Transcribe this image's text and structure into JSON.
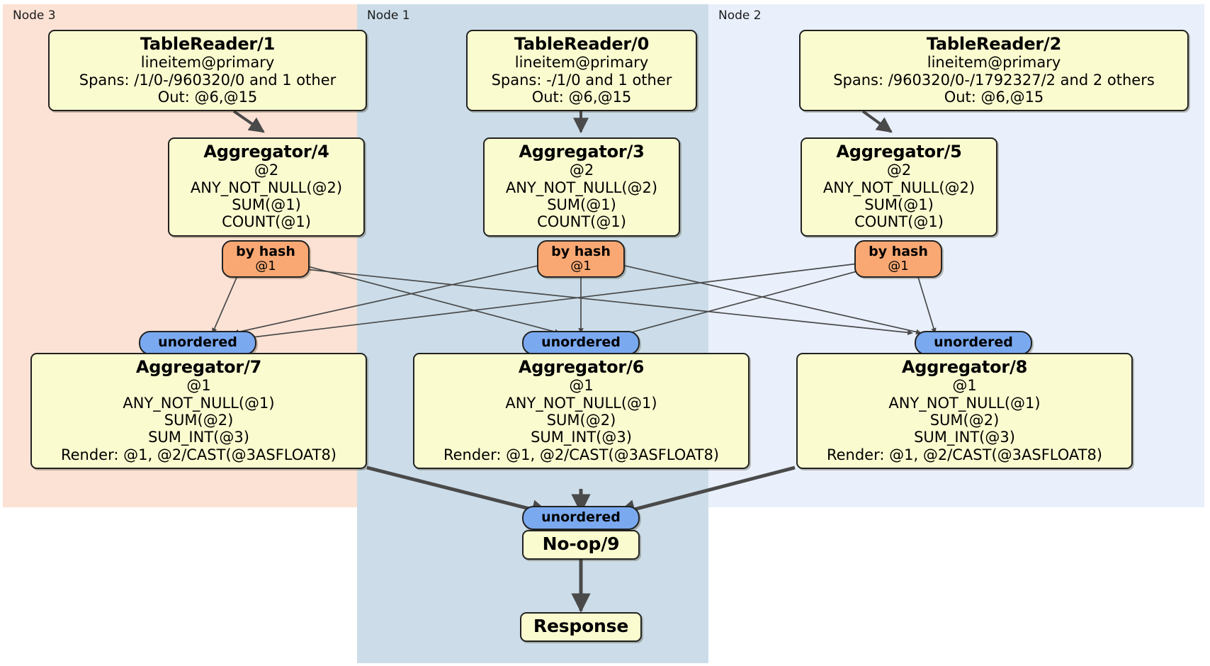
{
  "diagram": {
    "type": "distributed-query-plan",
    "nodes": [
      {
        "id": "node3",
        "label": "Node 3",
        "color": "#fbe2d5"
      },
      {
        "id": "node1",
        "label": "Node 1",
        "color": "#ccdde9"
      },
      {
        "id": "node2",
        "label": "Node 2",
        "color": "#e9f0fb"
      }
    ],
    "colors": {
      "processor_fill": "#fbfbd0",
      "router_hash_fill": "#f9a873",
      "synchronizer_fill": "#7aa9f0",
      "stroke": "#222222",
      "edge": "#4a4a4a"
    },
    "processors": {
      "table_reader_1": {
        "title": "TableReader/1",
        "lines": [
          "lineitem@primary",
          "Spans: /1/0-/960320/0 and 1 other",
          "Out: @6,@15"
        ]
      },
      "table_reader_0": {
        "title": "TableReader/0",
        "lines": [
          "lineitem@primary",
          "Spans: -/1/0 and 1 other",
          "Out: @6,@15"
        ]
      },
      "table_reader_2": {
        "title": "TableReader/2",
        "lines": [
          "lineitem@primary",
          "Spans: /960320/0-/1792327/2 and 2 others",
          "Out: @6,@15"
        ]
      },
      "aggregator_4": {
        "title": "Aggregator/4",
        "lines": [
          "@2",
          "ANY_NOT_NULL(@2)",
          "SUM(@1)",
          "COUNT(@1)"
        ]
      },
      "aggregator_3": {
        "title": "Aggregator/3",
        "lines": [
          "@2",
          "ANY_NOT_NULL(@2)",
          "SUM(@1)",
          "COUNT(@1)"
        ]
      },
      "aggregator_5": {
        "title": "Aggregator/5",
        "lines": [
          "@2",
          "ANY_NOT_NULL(@2)",
          "SUM(@1)",
          "COUNT(@1)"
        ]
      },
      "aggregator_7": {
        "title": "Aggregator/7",
        "lines": [
          "@1",
          "ANY_NOT_NULL(@1)",
          "SUM(@2)",
          "SUM_INT(@3)",
          "Render: @1, @2/CAST(@3ASFLOAT8)"
        ]
      },
      "aggregator_6": {
        "title": "Aggregator/6",
        "lines": [
          "@1",
          "ANY_NOT_NULL(@1)",
          "SUM(@2)",
          "SUM_INT(@3)",
          "Render: @1, @2/CAST(@3ASFLOAT8)"
        ]
      },
      "aggregator_8": {
        "title": "Aggregator/8",
        "lines": [
          "@1",
          "ANY_NOT_NULL(@1)",
          "SUM(@2)",
          "SUM_INT(@3)",
          "Render: @1, @2/CAST(@3ASFLOAT8)"
        ]
      },
      "noop_9": {
        "title": "No-op/9",
        "lines": []
      },
      "response": {
        "title": "Response",
        "lines": []
      }
    },
    "routers": {
      "by_hash_left": {
        "title": "by hash",
        "sub": "@1"
      },
      "by_hash_center": {
        "title": "by hash",
        "sub": "@1"
      },
      "by_hash_right": {
        "title": "by hash",
        "sub": "@1"
      }
    },
    "synchronizers": {
      "unordered_left": {
        "title": "unordered"
      },
      "unordered_center": {
        "title": "unordered"
      },
      "unordered_right": {
        "title": "unordered"
      },
      "unordered_final": {
        "title": "unordered"
      }
    }
  }
}
